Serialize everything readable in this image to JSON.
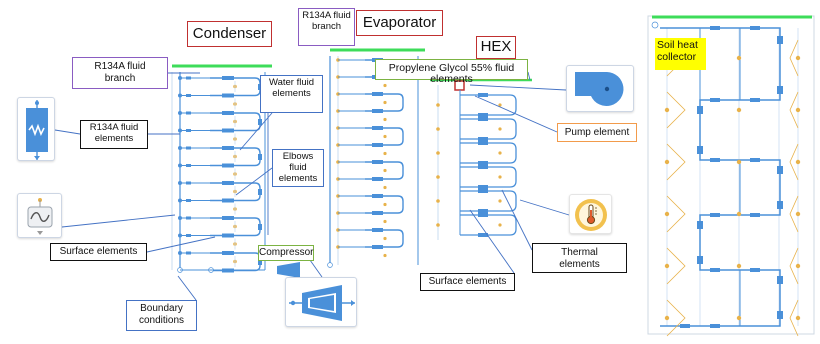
{
  "labels": {
    "condenser": "Condenser",
    "evaporator": "Evaporator",
    "r134a_evap_branch": "R134A fluid branch",
    "r134a_cond_branch": "R134A fluid branch",
    "hex": "HEX",
    "glycol": "Propylene Glycol 55% fluid elements",
    "water": "Water fluid elements",
    "r134a_elements": "R134A fluid elements",
    "elbows": "Elbows fluid elements",
    "surface_left": "Surface elements",
    "surface_mid": "Surface elements",
    "compressor": "Compressor",
    "boundary": "Boundary conditions",
    "pump": "Pump element",
    "thermal": "Thermal elements",
    "soil": "Soil heat collector"
  },
  "colors": {
    "pipe": "#4a90d9",
    "pipe_light": "#c9dcf2",
    "orange_elem": "#e8b24a",
    "green_bar": "#3ddc5a",
    "purple": "#8a5cc2",
    "red": "#c03030",
    "blue_box": "#4472c4",
    "olive": "#7cb342",
    "orange_box": "#f29b4b",
    "yellow": "#ffff00"
  },
  "icons": [
    "heat-exchanger-icon",
    "surface-wave-icon",
    "compressor-icon",
    "pump-icon",
    "thermometer-icon"
  ]
}
